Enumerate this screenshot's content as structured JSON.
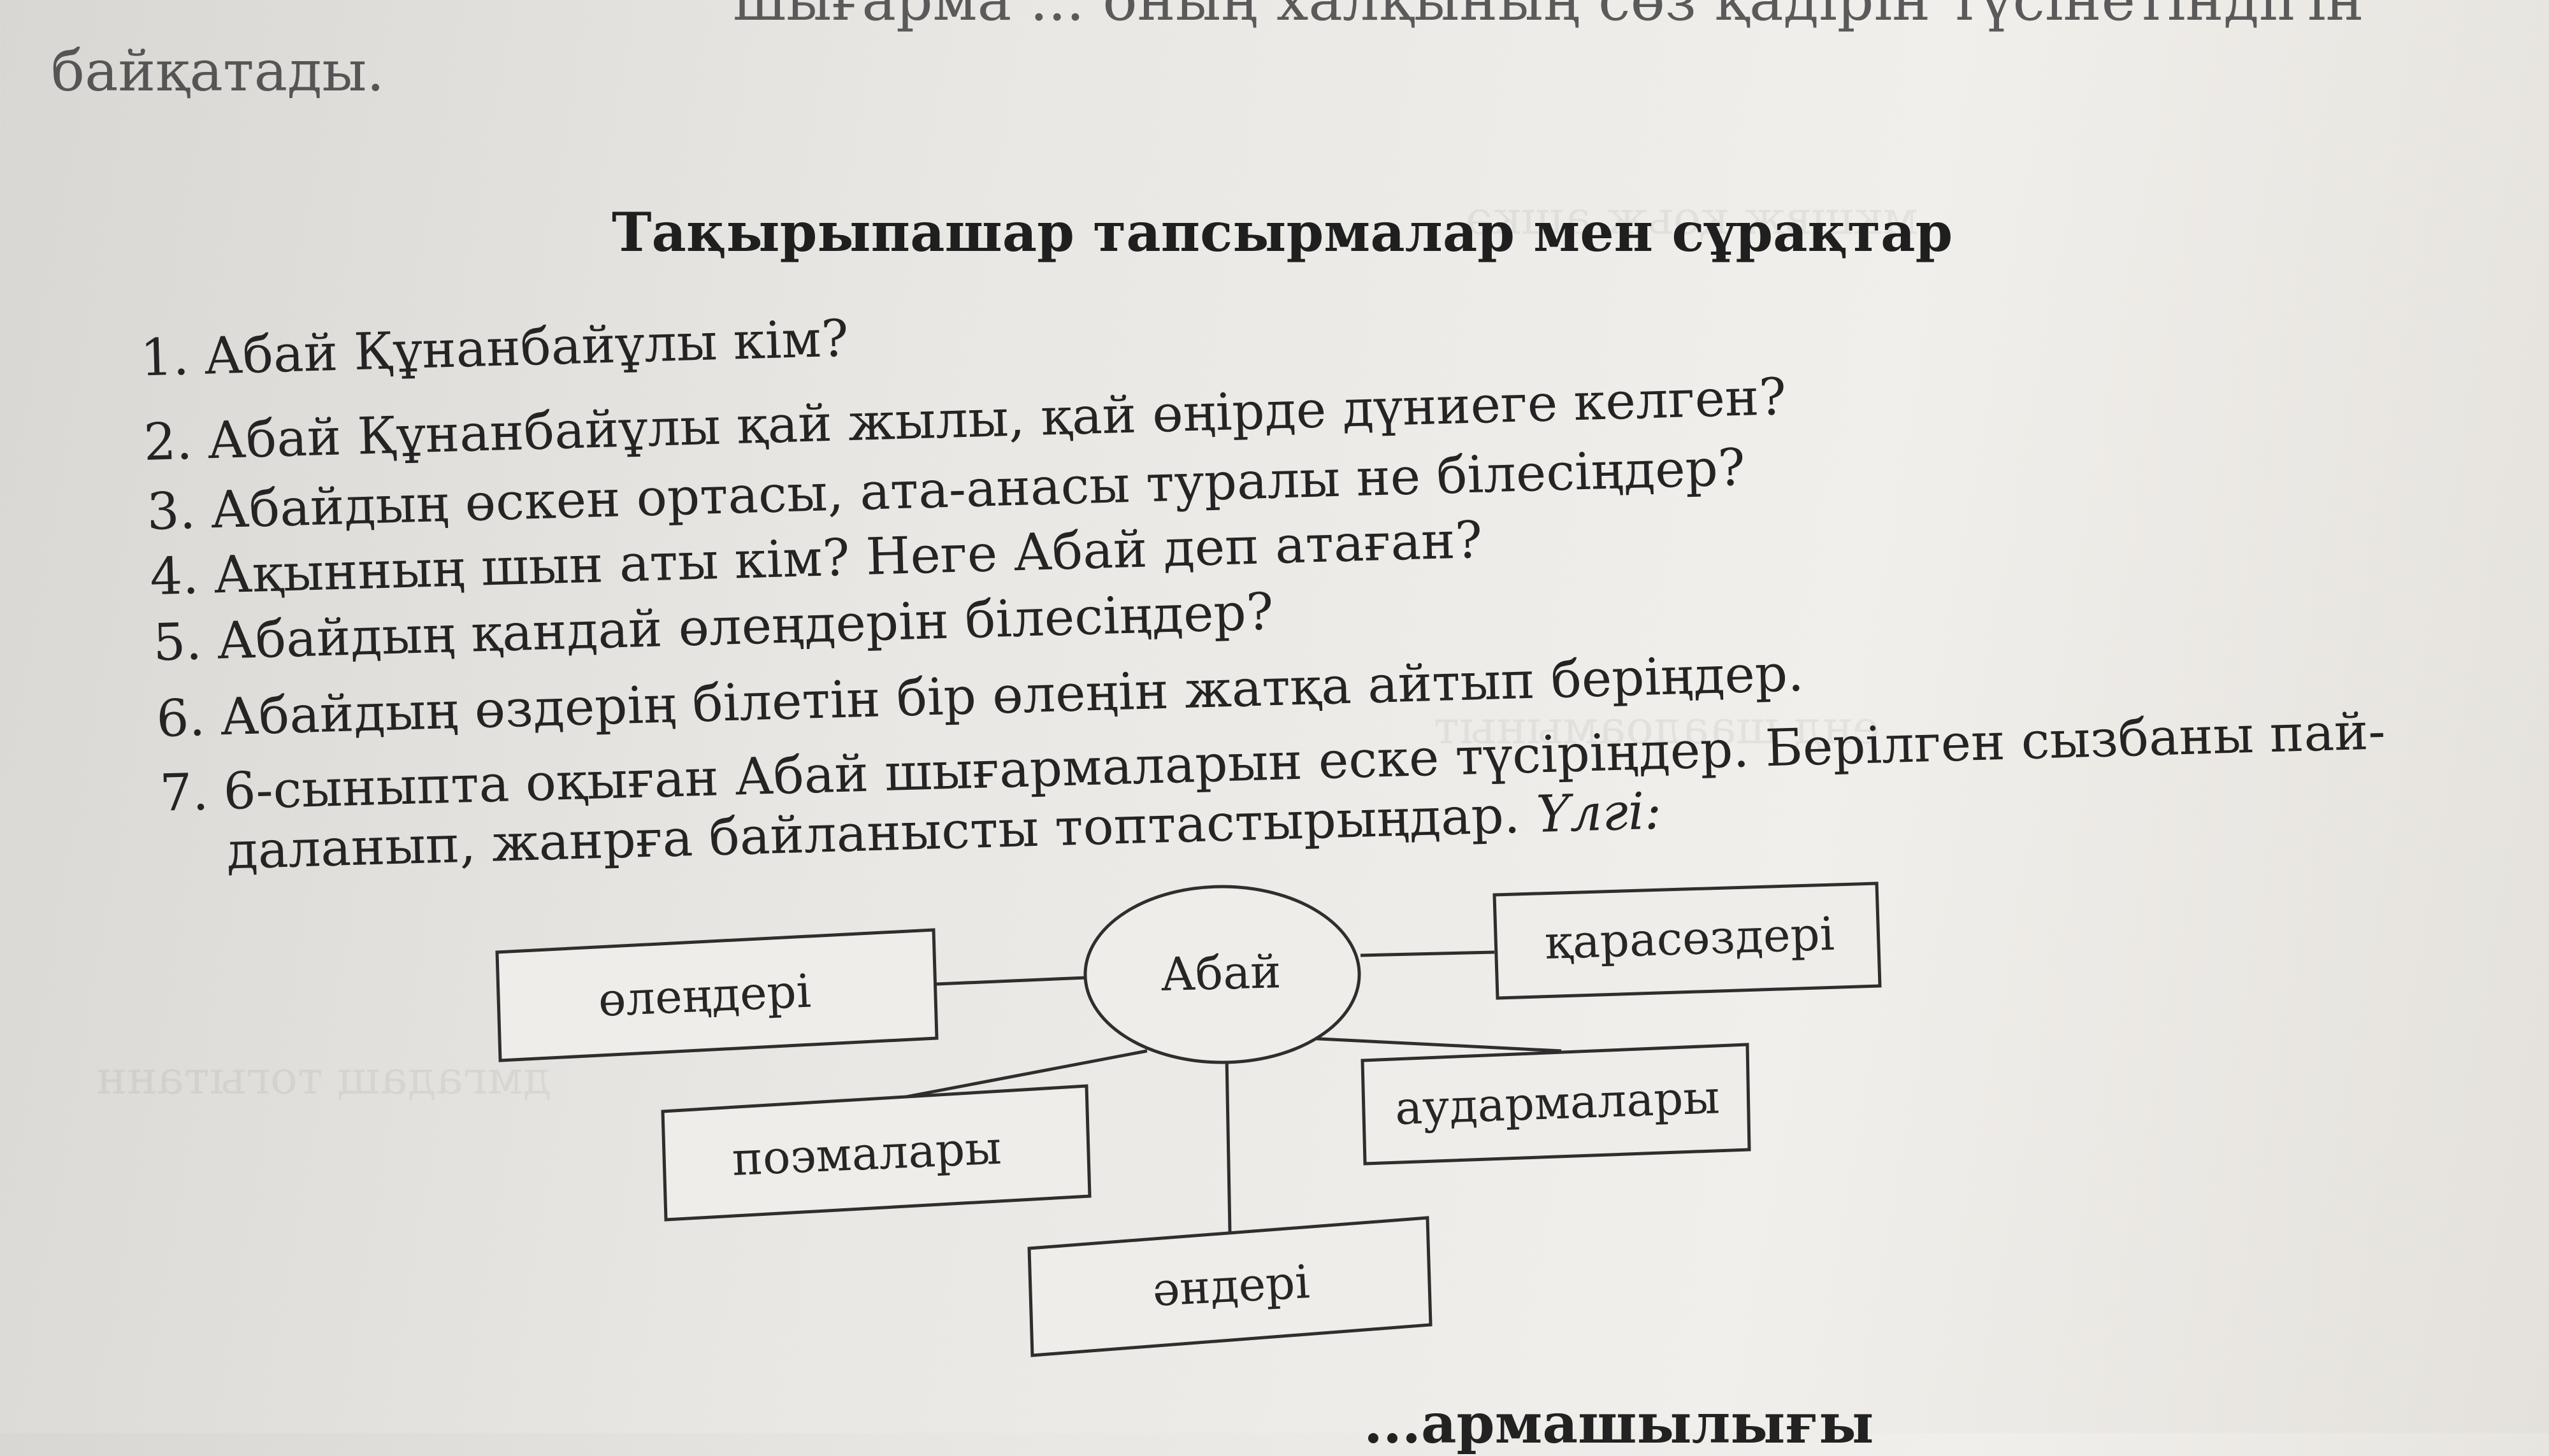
{
  "page": {
    "top_partial": "шығарма ... оның халқының сөз қадірін түсінетіндігін",
    "top_line": "байқатады.",
    "heading": "Тақырыпашар тапсырмалар мен сұрақтар",
    "questions": [
      {
        "num": "1.",
        "text": "Абай Құнанбайұлы кім?"
      },
      {
        "num": "2.",
        "text": "Абай Құнанбайұлы қай жылы, қай өңірде дүниеге келген?"
      },
      {
        "num": "3.",
        "text": "Абайдың өскен ортасы, ата-анасы туралы не білесіңдер?"
      },
      {
        "num": "4.",
        "text": "Ақынның шын аты кім? Неге Абай деп атаған?"
      },
      {
        "num": "5.",
        "text": "Абайдың қандай өлеңдерін білесіңдер?"
      },
      {
        "num": "6.",
        "text": "Абайдың өздерің білетін бір өлеңін жатқа айтып беріңдер."
      },
      {
        "num": "7.",
        "text": "6-сыныпта оқыған Абай шығармаларын еске түсіріңдер. Берілген сызбаны пай-",
        "text2": "даланып, жанрға байланысты топтастырыңдар.",
        "text2_italic": "Үлгі:"
      }
    ],
    "bottom_partial": "...армашылығы"
  },
  "diagram": {
    "center": "Абай",
    "nodes": {
      "olenderi": "өлеңдері",
      "karasozderi": "қарасөздері",
      "poemalary": "поэмалары",
      "audarmalary": "аудармалары",
      "anderi": "әндері"
    }
  }
}
